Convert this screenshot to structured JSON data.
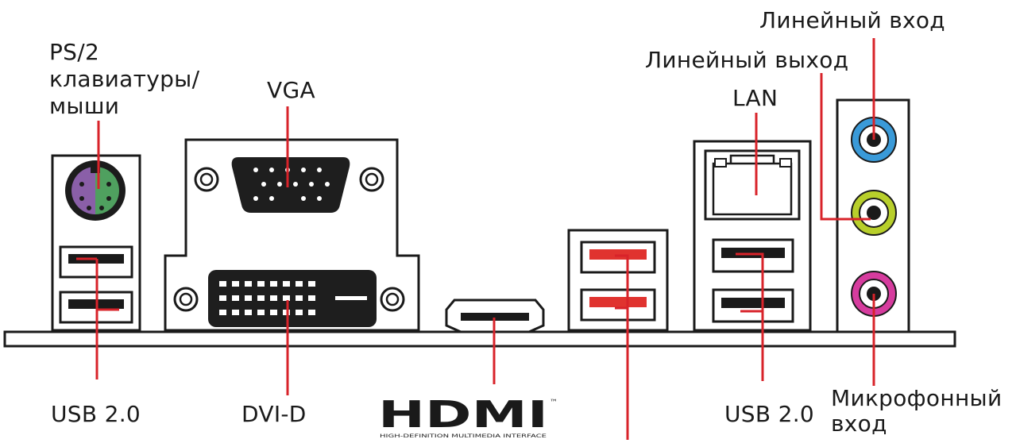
{
  "labels": {
    "ps2": [
      "PS/2",
      "клавиатуры/",
      "мыши"
    ],
    "vga": "VGA",
    "lan": "LAN",
    "line_in": "Линейный вход",
    "line_out": "Линейный выход",
    "usb20_left": "USB 2.0",
    "dvi": "DVI-D",
    "usb20_right": "USB 2.0",
    "mic": [
      "Микрофонный",
      "вход"
    ]
  },
  "hdmi_logo": {
    "wordmark": "HDMI",
    "trademark": "™",
    "tagline": "HIGH-DEFINITION MULTIMEDIA INTERFACE"
  },
  "colors": {
    "leader": "#d8232a",
    "usb_red": "#e0332f",
    "ps2_purple": "#8a5fa8",
    "ps2_green": "#4fa05f",
    "jack_blue": "#3a9ad8",
    "jack_lime": "#b8cf2b",
    "jack_pink": "#d63c9e",
    "outline": "#1a1a1a"
  }
}
